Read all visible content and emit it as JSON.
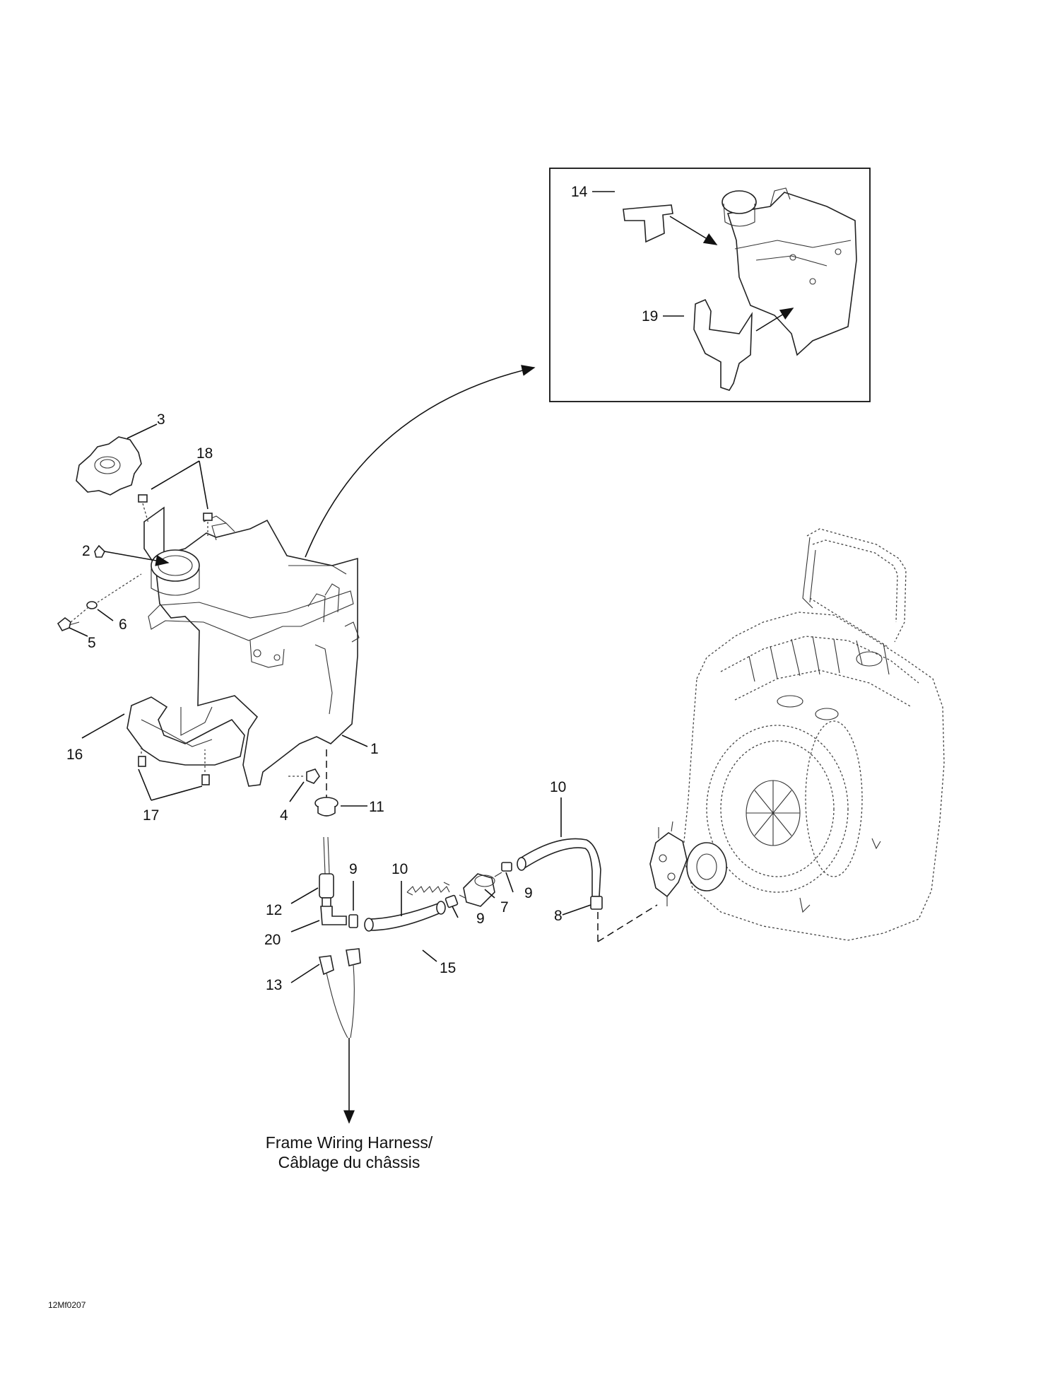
{
  "callouts": {
    "c1": "1",
    "c2": "2",
    "c3": "3",
    "c4": "4",
    "c5": "5",
    "c6": "6",
    "c7": "7",
    "c8": "8",
    "c9a": "9",
    "c9b": "9",
    "c9c": "9",
    "c10a": "10",
    "c10b": "10",
    "c11": "11",
    "c12": "12",
    "c13": "13",
    "c14": "14",
    "c15": "15",
    "c16": "16",
    "c17": "17",
    "c18": "18",
    "c19": "19",
    "c20": "20"
  },
  "caption": {
    "line1": "Frame Wiring Harness/",
    "line2": "Câblage du châssis"
  },
  "reference_code": "12Mf0207"
}
